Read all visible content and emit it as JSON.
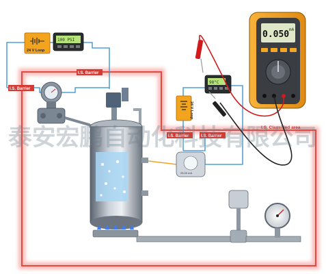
{
  "colors": {
    "classified_area_glow": "#f26b66",
    "barrier_label_bg": "#d63a33",
    "loop_wire": "#2f8fd0",
    "power_supply": "#f2a41f",
    "meter_body": "#f5a623",
    "lead_red": "#d11a1a",
    "lead_black": "#222222",
    "flame": "#3a7bff"
  },
  "loop_supply_top": {
    "label": "24 V Loop"
  },
  "loop_supply_right": {
    "label": "24 V Loop"
  },
  "display_top": {
    "reading": "100 PSI"
  },
  "display_right": {
    "reading": "98°C"
  },
  "barriers": {
    "barrier_top": "I.S. Barrier",
    "barrier_left": "I.S. Barrier",
    "barrier_mid_1": "I.S. Barrier",
    "barrier_mid_2": "I.S. Barrier"
  },
  "classified_area_label": "I.S. Classified area",
  "multimeter": {
    "reading": "0.050",
    "unit": "mA"
  },
  "transmitter": {
    "caption": "25.00 mA"
  },
  "watermark": "泰安宏鹏自动化科技有限公司",
  "icons": {
    "battery": "battery-icon",
    "pressure_gauge": "pressure-gauge-icon",
    "multimeter": "multimeter-icon",
    "burner": "flame-icon"
  }
}
